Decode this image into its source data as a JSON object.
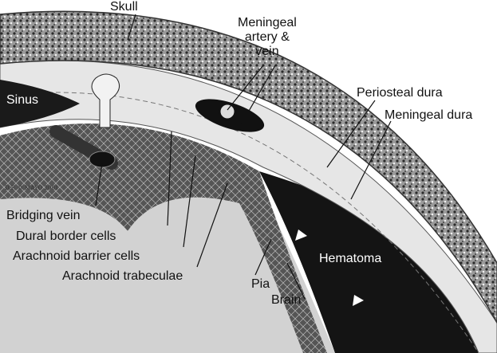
{
  "labels": {
    "skull": "Skull",
    "meningeal_artery_line1": "Meningeal",
    "meningeal_artery_line2": "artery &",
    "meningeal_artery_line3": "vein",
    "sinus": "Sinus",
    "periosteal_dura": "Periosteal dura",
    "meningeal_dura": "Meningeal dura",
    "bridging_vein": "Bridging vein",
    "dural_border_cells": "Dural border cells",
    "arachnoid_barrier_cells": "Arachnoid barrier cells",
    "arachnoid_trabeculae": "Arachnoid trabeculae",
    "pia": "Pia",
    "brain": "Brain",
    "hematoma": "Hematoma"
  },
  "signature": "D.F. © MAYO 2001",
  "colors": {
    "skull": "#8a8a8a",
    "dura": "#e4e4e4",
    "hematoma": "#141414",
    "brain": "#cfcfcf",
    "subarachnoid": "#3a3a3a"
  }
}
